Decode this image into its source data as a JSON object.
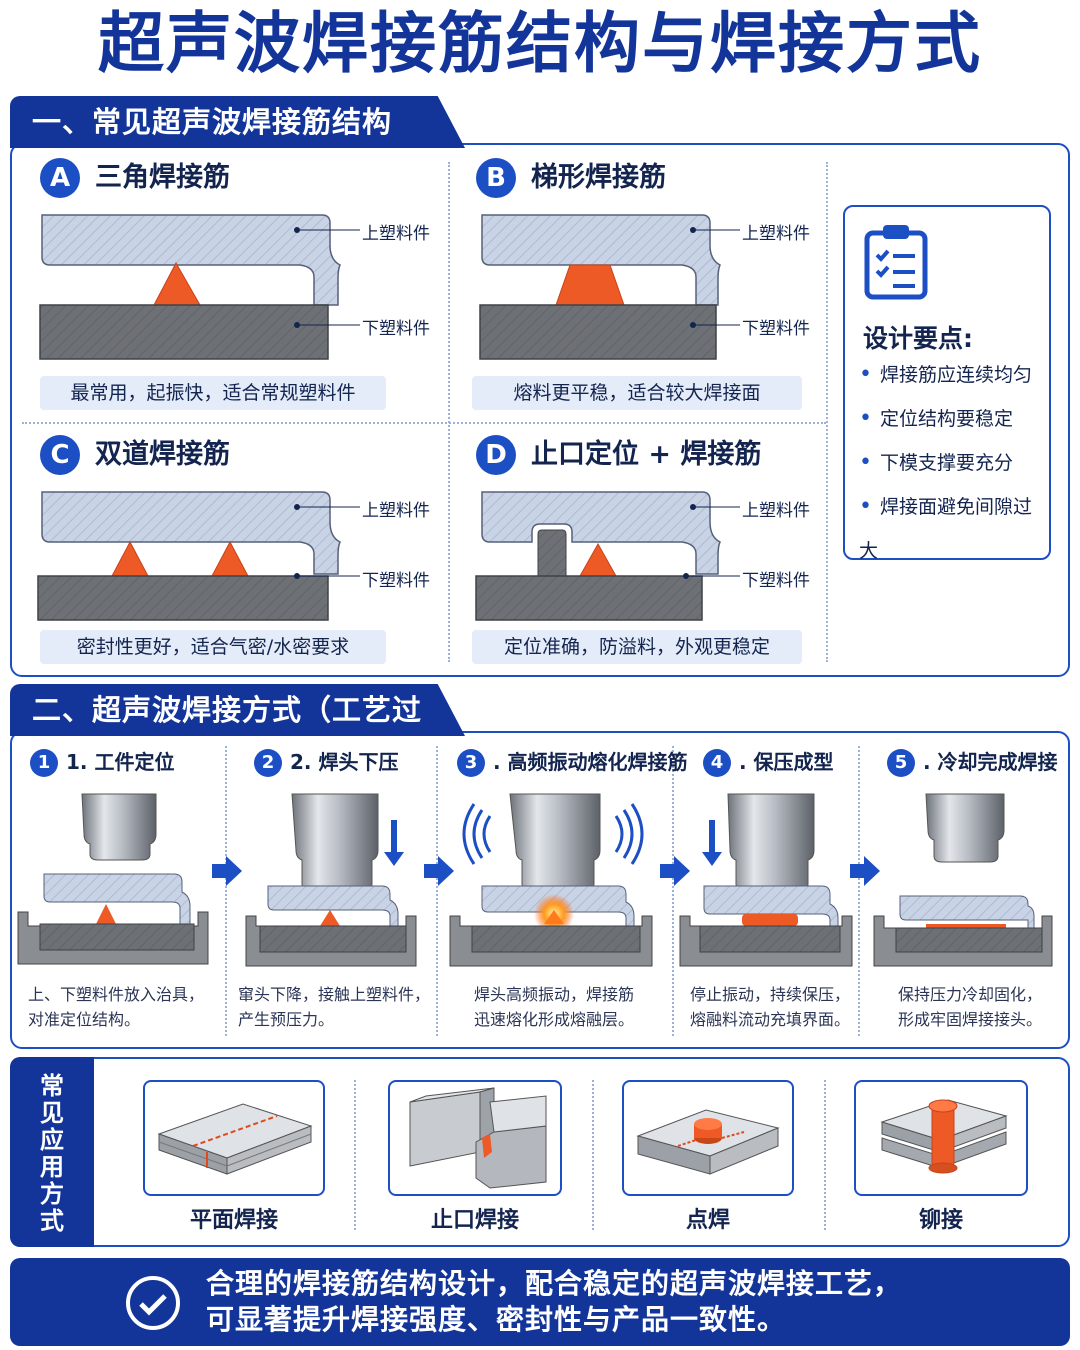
{
  "title": "超声波焊接筋结构与焊接方式",
  "section1": {
    "heading": "一、常见超声波焊接筋结构",
    "upper_label": "上塑料件",
    "lower_label": "下塑料件",
    "cells": [
      {
        "badge": "A",
        "title": "三角焊接筋",
        "caption": "最常用，起振快，适合常规塑料件"
      },
      {
        "badge": "B",
        "title": "梯形焊接筋",
        "caption": "熔料更平稳，适合较大焊接面"
      },
      {
        "badge": "C",
        "title": "双道焊接筋",
        "caption": "密封性更好，适合气密/水密要求"
      },
      {
        "badge": "D",
        "title": "止口定位 + 焊接筋",
        "caption": "定位准确，防溢料，外观更稳定"
      }
    ],
    "tips": {
      "title": "设计要点:",
      "items": [
        "焊接筋应连续均匀",
        "定位结构要稳定",
        "下模支撑要充分",
        "焊接面避免间隙过大"
      ]
    }
  },
  "section2": {
    "heading": "二、超声波焊接方式（工艺过程）",
    "steps": [
      {
        "num": "1",
        "title": "1. 工件定位",
        "desc1": "上、下塑料件放入治具，",
        "desc2": "对准定位结构。"
      },
      {
        "num": "2",
        "title": "2. 焊头下压",
        "desc1": "窜头下降，接触上塑料件，",
        "desc2": "产生预压力。"
      },
      {
        "num": "3",
        "title": ". 高频振动熔化焊接筋",
        "desc1": "焊头高频振动，焊接筋",
        "desc2": "迅速熔化形成熔融层。"
      },
      {
        "num": "4",
        "title": ". 保压成型",
        "desc1": "停止振动，持续保压，",
        "desc2": "熔融料流动充填界面。"
      },
      {
        "num": "5",
        "title": ". 冷却完成焊接",
        "desc1": "保持压力冷却固化，",
        "desc2": "形成牢固焊接接头。"
      }
    ]
  },
  "applications": {
    "side_label": "常见应用方式",
    "items": [
      "平面焊接",
      "止口焊接",
      "点焊",
      "铆接"
    ]
  },
  "footer": {
    "line1": "合理的焊接筋结构设计，配合稳定的超声波焊接工艺，",
    "line2": "可显著提升焊接强度、密封性与产品一致性。"
  },
  "colors": {
    "brand": "#13359a",
    "accent": "#1d4fc4",
    "rib": "#ee5a26",
    "lower_part": "#6b6e73",
    "upper_part": "#c8d2e4"
  }
}
